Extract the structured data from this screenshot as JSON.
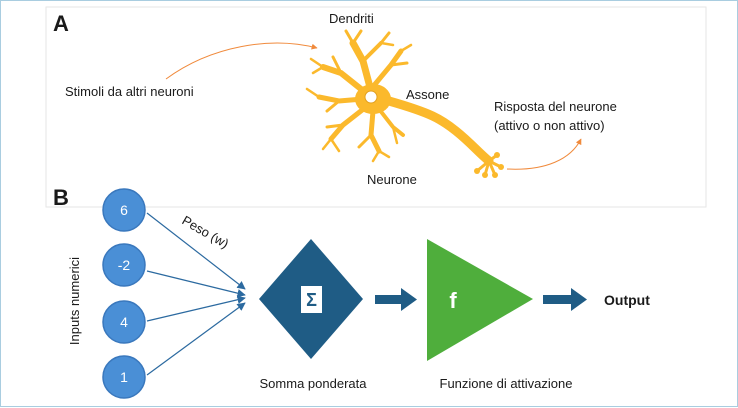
{
  "panel_a": {
    "letter": "A",
    "labels": {
      "dendrites": "Dendriti",
      "axon": "Assone",
      "neuron": "Neurone",
      "stimuli": "Stimoli da altri neuroni",
      "response_line1": "Risposta del neurone",
      "response_line2": "(attivo o non attivo)"
    },
    "colors": {
      "neuron": "#fbb92c",
      "neuron_outline": "#e2a020",
      "arrow": "#f08a3c"
    }
  },
  "panel_b": {
    "letter": "B",
    "inputs": [
      "6",
      "-2",
      "4",
      "1"
    ],
    "inputs_label": "Inputs numerici",
    "weight_label": "Peso (w)",
    "sum_symbol": "Σ",
    "sum_label": "Somma ponderata",
    "activation_symbol": "f",
    "activation_label": "Funzione di attivazione",
    "output_label": "Output",
    "colors": {
      "input_fill": "#4a8fd6",
      "input_stroke": "#3a78bd",
      "arrow": "#2c6aa0",
      "sum": "#1f5c85",
      "activation": "#4fae3c",
      "flow_arrow": "#1f5c85"
    }
  }
}
